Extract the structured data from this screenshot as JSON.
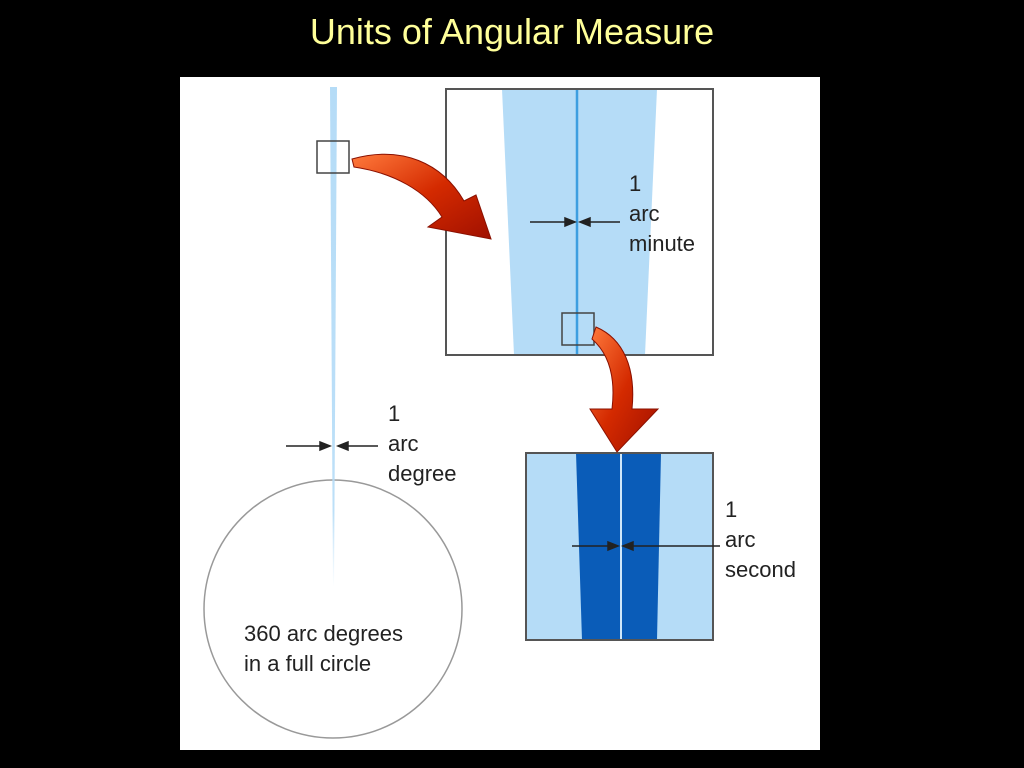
{
  "title": "Units of Angular Measure",
  "labels": {
    "degree": [
      "1",
      "arc",
      "degree"
    ],
    "minute": [
      "1",
      "arc",
      "minute"
    ],
    "second": [
      "1",
      "arc",
      "second"
    ],
    "circle": [
      "360 arc degrees",
      "in a full circle"
    ]
  },
  "colors": {
    "title": "#ffff99",
    "background": "#000000",
    "panel": "#ffffff",
    "light_blue": "#b5dcf7",
    "mid_blue": "#3d9ee0",
    "dark_blue": "#0a5cb8",
    "arrow_red": "#cc2200",
    "outline": "#555555"
  }
}
